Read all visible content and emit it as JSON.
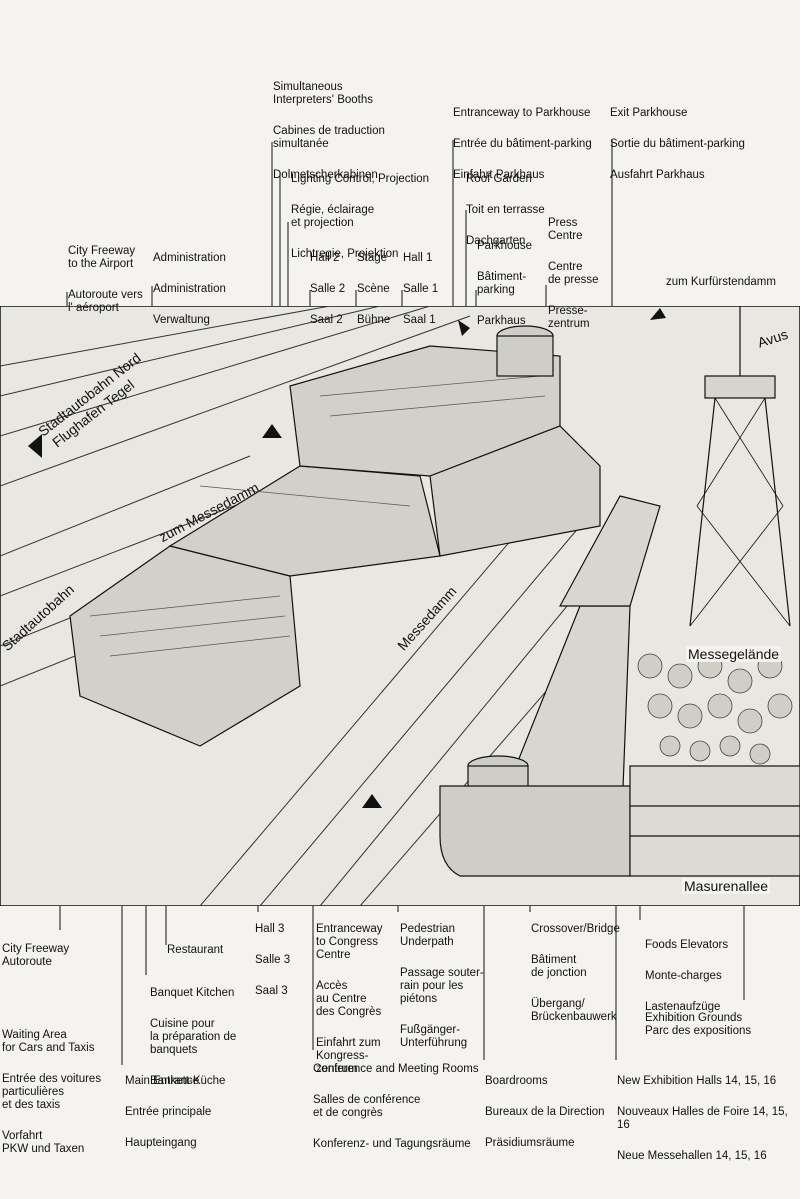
{
  "labels_top": {
    "interpreters": [
      "Simultaneous\nInterpreters' Booths",
      "Cabines de traduction\nsimultanée",
      "Dolmetscherkabinen"
    ],
    "lighting": [
      "Lighting Control, Projection",
      "Régie, éclairage\net projection",
      "Lichtregie, Projektion"
    ],
    "parkhouse_entrance": [
      "Entranceway to Parkhouse",
      "Entrée du bâtiment-parking",
      "Einfahrt Parkhaus"
    ],
    "parkhouse_exit": [
      "Exit Parkhouse",
      "Sortie du bâtiment-parking",
      "Ausfahrt Parkhaus"
    ],
    "roof_garden": [
      "Roof Garden",
      "Toit en terrasse",
      "Dachgarten"
    ],
    "city_freeway_airport": [
      "City Freeway\nto the Airport",
      "Autoroute vers\nl' aéroport"
    ],
    "administration": [
      "Administration",
      "Administration",
      "Verwaltung"
    ],
    "hall2": [
      "Hall 2",
      "Salle 2",
      "Saal 2"
    ],
    "stage": [
      "Stage",
      "Scène",
      "Bühne"
    ],
    "hall1": [
      "Hall 1",
      "Salle 1",
      "Saal 1"
    ],
    "parkhouse": [
      "Parkhouse",
      "Bâtiment-\nparking",
      "Parkhaus"
    ],
    "press_centre": [
      "Press\nCentre",
      "Centre\nde presse",
      "Presse-\nzentrum"
    ],
    "kurfuerstendamm": "zum Kurfürstendamm"
  },
  "labels_bottom": {
    "city_freeway": [
      "City Freeway\nAutoroute"
    ],
    "waiting_area": [
      "Waiting Area\nfor Cars and Taxis",
      "Entrée des voitures\nparticulières\net des taxis",
      "Vorfahrt\nPKW und Taxen"
    ],
    "restaurant": "Restaurant",
    "banquet_kitchen": [
      "Banquet Kitchen",
      "Cuisine pour\nla préparation de\nbanquets",
      "Bankett-Küche"
    ],
    "main_entrance": [
      "Main Entrance",
      "Entrée principale",
      "Haupteingang"
    ],
    "hall3": [
      "Hall 3",
      "Salle 3",
      "Saal 3"
    ],
    "congress_entrance": [
      "Entranceway\nto Congress\nCentre",
      "Accès\nau Centre\ndes Congrès",
      "Einfahrt zum\nKongress-\nzentrum"
    ],
    "conference_rooms": [
      "Conference and Meeting Rooms",
      "Salles de conférence\net de congrès",
      "Konferenz- und Tagungsräume"
    ],
    "pedestrian": [
      "Pedestrian\nUnderpath",
      "Passage souter-\nrain pour les\npiétons",
      "Fußgänger-\nUnterführung"
    ],
    "boardrooms": [
      "Boardrooms",
      "Bureaux de la Direction",
      "Präsidiumsräume"
    ],
    "crossover": [
      "Crossover/Bridge",
      "Bâtiment\nde jonction",
      "Übergang/\nBrückenbauwerk"
    ],
    "foods_elevators": [
      "Foods Elevators",
      "Monte-charges",
      "Lastenaufzüge"
    ],
    "exhibition_grounds": [
      "Exhibition Grounds\nParc des expositions"
    ],
    "new_halls": [
      "New Exhibition Halls 14, 15, 16",
      "Nouveaux Halles de Foire 14, 15, 16",
      "Neue Messehallen 14, 15, 16"
    ]
  },
  "map_text": {
    "stadtautobahn_nord": "Stadtautobahn Nord",
    "flughafen_tegel": "Flughafen Tegel",
    "zum_messedamm": "zum Messedamm",
    "stadtautobahn": "Stadtautobahn",
    "messedamm": "Messedamm",
    "avus": "Avus",
    "messegelaende": "Messegelände",
    "masurenallee": "Masurenallee"
  }
}
